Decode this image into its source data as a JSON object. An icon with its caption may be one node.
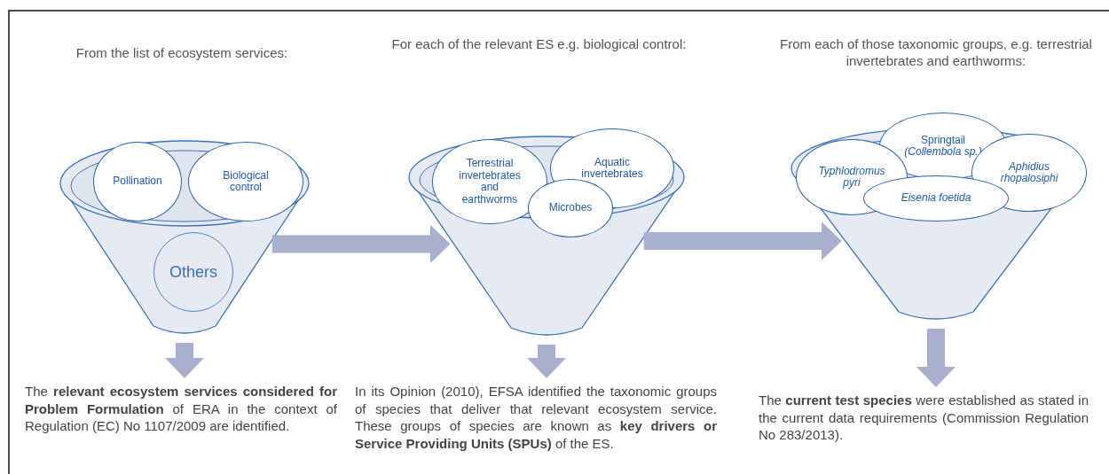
{
  "diagram": {
    "nodes": [
      {
        "text": [],
        "shape": "funnel"
      },
      {
        "text": [
          "Pollination"
        ]
      },
      {
        "text": [
          "Biological control"
        ]
      },
      {
        "text": [
          "Others"
        ],
        "in": 0
      },
      {
        "text": [],
        "shape": "funnel"
      },
      {
        "text": [
          "Terrestrial invertebrates and earthworms"
        ]
      },
      {
        "text": [
          "Aquatic invertebrates"
        ]
      },
      {
        "text": [
          "Microbes"
        ],
        "in": 4
      },
      {
        "text": [],
        "shape": "funnel"
      },
      {
        "text": [
          "Typhlodromus pyri"
        ]
      },
      {
        "text": [
          "Springtail *(Collembola sp.)*"
        ]
      },
      {
        "text": [
          "Aphidius rhopalosiphi"
        ]
      },
      {
        "text": [
          "Eisenia foetida"
        ],
        "in": 8
      },
      {
        "text": [
          "The **relevant ecosystem services considered for Problem Formulation** of ERA in the context of Regulation (EC) No 1107/2009 are identified."
        ]
      },
      {
        "text": [
          "In its Opinion (2010), EFSA identified the taxonomic groups of species that deliver that relevant ecosystem service. These groups of species are known as **key drivers or Service Providing Units (SPUs)** of the ES."
        ]
      },
      {
        "text": [
          "The **current test species** were established as stated in the current data requirements (Commission Regulation No 283/2013)."
        ]
      }
    ],
    "edges": [
      {
        "from": 0,
        "to": 4,
        "arrow": "to"
      },
      {
        "from": 4,
        "to": 8,
        "arrow": "to"
      },
      {
        "from": 0,
        "to": 13,
        "arrow": "to"
      },
      {
        "from": 4,
        "to": 14,
        "arrow": "to"
      },
      {
        "from": 8,
        "to": 15,
        "arrow": "to"
      }
    ],
    "labels": [
      "From the list of ecosystem services:",
      "For each of the relevant ES e.g. biological control:",
      "From each of those taxonomic groups, e.g. terrestrial invertebrates and earthworms:"
    ]
  }
}
